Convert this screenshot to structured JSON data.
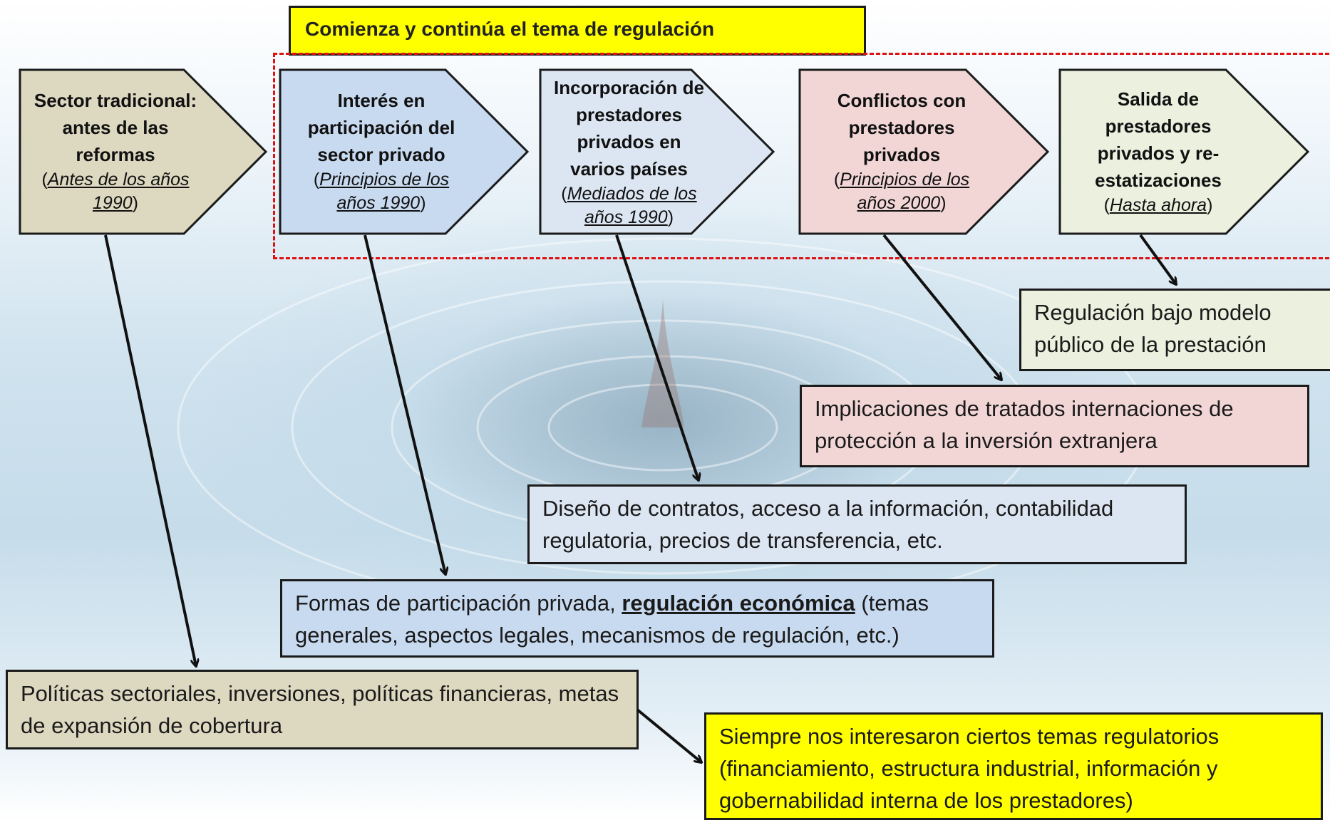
{
  "banner": "Comienza y continúa el tema de regulación",
  "stages": [
    {
      "title": "Sector tradicional: antes de las reformas",
      "period": "Antes de los años 1990",
      "fill": "#ddd8c0"
    },
    {
      "title": "Interés en participación del sector privado",
      "period": "Principios de los años 1990",
      "fill": "#c8daf0"
    },
    {
      "title": "Incorporación de prestadores privados en varios países",
      "period": "Mediados de los años 1990",
      "fill": "#dce6f2"
    },
    {
      "title": "Conflictos con prestadores privados",
      "period": "Principios de los años 2000",
      "fill": "#f2d6d6"
    },
    {
      "title": "Salida de prestadores privados y re-estatizaciones",
      "period": "Hasta ahora",
      "fill": "#ebf0df"
    }
  ],
  "notes": {
    "publico": "Regulación bajo modelo público de la prestación",
    "tratados": "Implicaciones de tratados internaciones de protección a la inversión extranjera",
    "contratos": "Diseño de contratos, acceso a la información, contabilidad regulatoria, precios de transferencia, etc.",
    "formas_pre": "Formas de participación privada, ",
    "formas_bold": "regulación económica",
    "formas_post": " (temas generales, aspectos legales, mecanismos de regulación, etc.)",
    "politicas": "Políticas sectoriales, inversiones, políticas financieras, metas de expansión de cobertura",
    "siempre": "Siempre nos interesaron ciertos temas regulatorios (financiamiento, estructura industrial, información y gobernabilidad interna de los prestadores)"
  },
  "colors": {
    "banner": "#ffff00",
    "dashed_region": "#e01010",
    "publico": "#ebf0df",
    "tratados": "#f2d6d6",
    "contratos": "#dce6f2",
    "formas": "#c8daf0",
    "politicas": "#ddd8c0",
    "siempre": "#ffff00"
  }
}
